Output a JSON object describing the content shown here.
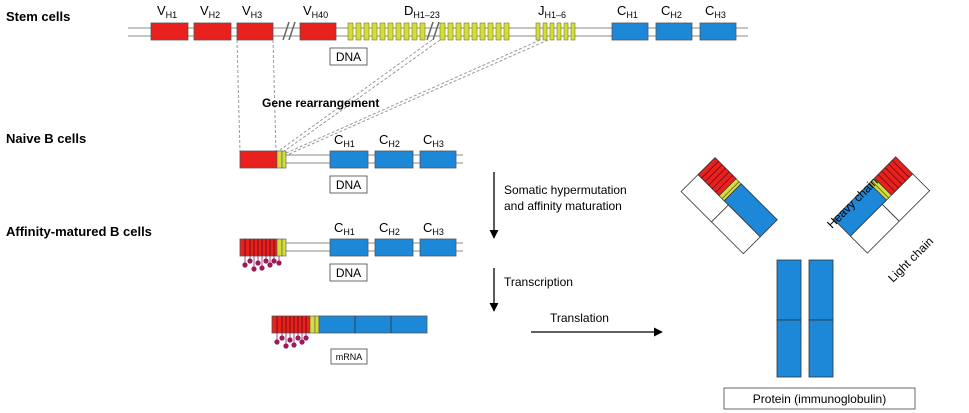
{
  "rows": {
    "stem": "Stem cells",
    "naive": "Naive B cells",
    "affinity": "Affinity-matured B cells"
  },
  "segments": {
    "v": [
      {
        "main": "V",
        "sub": "H1"
      },
      {
        "main": "V",
        "sub": "H2"
      },
      {
        "main": "V",
        "sub": "H3"
      },
      {
        "main": "V",
        "sub": "H40"
      }
    ],
    "d": {
      "main": "D",
      "sub": "H1–23"
    },
    "j": {
      "main": "J",
      "sub": "H1–6"
    },
    "c": [
      {
        "main": "C",
        "sub": "H1"
      },
      {
        "main": "C",
        "sub": "H2"
      },
      {
        "main": "C",
        "sub": "H3"
      }
    ]
  },
  "labels": {
    "dna": "DNA",
    "mrna": "mRNA",
    "rearrangement": "Gene rearrangement",
    "somatic_line1": "Somatic hypermutation",
    "somatic_line2": "and affinity maturation",
    "transcription": "Transcription",
    "translation": "Translation",
    "protein": "Protein (immunoglobulin)",
    "heavy_chain": "Heavy chain",
    "light_chain": "Light chain"
  },
  "colors": {
    "v_segment": "#e8201e",
    "d_segment": "#d4de3a",
    "c_segment": "#1e88d8",
    "mutation_dot": "#9b1b5a",
    "dashed_line": "#999999"
  }
}
